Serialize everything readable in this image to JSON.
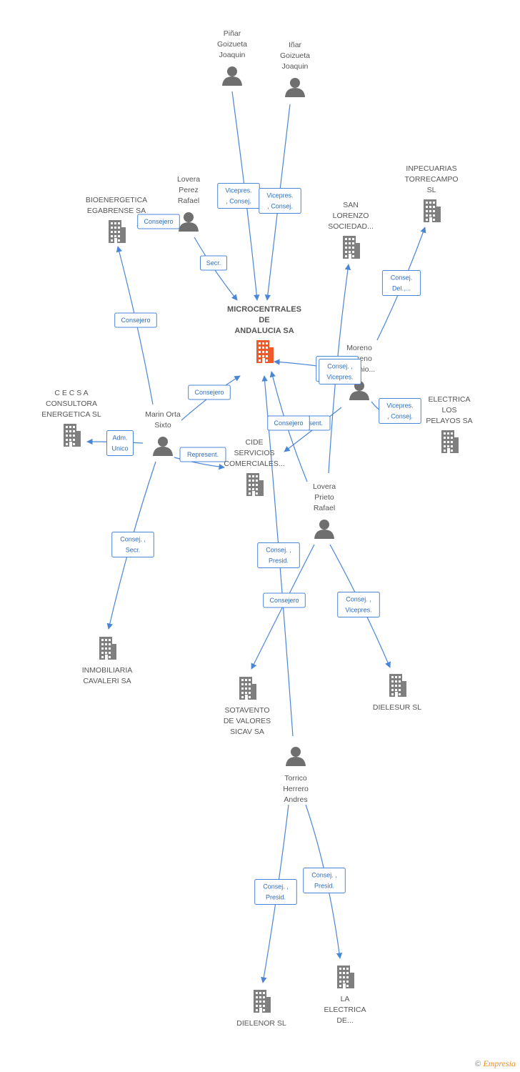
{
  "nodes": [
    {
      "id": "main",
      "kind": "company",
      "main": true,
      "lines": [
        "MICROCENTRALES",
        "DE",
        "ANDALUCIA SA"
      ]
    },
    {
      "id": "pinar",
      "kind": "person",
      "lines": [
        "Piñar",
        "Goizueta",
        "Joaquin"
      ]
    },
    {
      "id": "inar",
      "kind": "person",
      "lines": [
        "Iñar",
        "Goizueta",
        "Joaquin"
      ]
    },
    {
      "id": "lovera_perez",
      "kind": "person",
      "lines": [
        "Lovera",
        "Perez",
        "Rafael"
      ]
    },
    {
      "id": "bioenergetica",
      "kind": "company",
      "lines": [
        "BIOENERGETICA",
        "EGABRENSE SA"
      ]
    },
    {
      "id": "inpecuarias",
      "kind": "company",
      "lines": [
        "INPECUARIAS",
        "TORRECAMPO",
        "SL"
      ]
    },
    {
      "id": "san_lorenzo",
      "kind": "company",
      "lines": [
        "SAN",
        "LORENZO",
        "SOCIEDAD..."
      ]
    },
    {
      "id": "moreno",
      "kind": "person",
      "lines": [
        "Moreno",
        "Moreno",
        "Antonio..."
      ]
    },
    {
      "id": "electrica_pelayos",
      "kind": "company",
      "lines": [
        "ELECTRICA",
        "LOS",
        "PELAYOS SA"
      ]
    },
    {
      "id": "cecsa",
      "kind": "company",
      "lines": [
        "C E C S A",
        "CONSULTORA",
        "ENERGETICA SL"
      ]
    },
    {
      "id": "marin",
      "kind": "person",
      "lines": [
        "Marin Orta",
        "Sixto"
      ]
    },
    {
      "id": "cide",
      "kind": "company",
      "lines": [
        "CIDE",
        "SERVICIOS",
        "COMERCIALES..."
      ]
    },
    {
      "id": "lovera_prieto",
      "kind": "person",
      "lines": [
        "Lovera",
        "Prieto",
        "Rafael"
      ]
    },
    {
      "id": "inmobiliaria",
      "kind": "company",
      "lines": [
        "INMOBILIARIA",
        "CAVALERI SA"
      ]
    },
    {
      "id": "sotavento",
      "kind": "company",
      "lines": [
        "SOTAVENTO",
        "DE VALORES",
        "SICAV SA"
      ]
    },
    {
      "id": "dielesur",
      "kind": "company",
      "lines": [
        "DIELESUR SL"
      ]
    },
    {
      "id": "torrico",
      "kind": "person",
      "lines": [
        "Torrico",
        "Herrero",
        "Andres"
      ]
    },
    {
      "id": "dielenor",
      "kind": "company",
      "lines": [
        "DIELENOR SL"
      ]
    },
    {
      "id": "la_electrica",
      "kind": "company",
      "lines": [
        "LA",
        "ELECTRICA",
        "DE..."
      ]
    }
  ],
  "edges": [
    {
      "from": "pinar",
      "to": "main",
      "label": [
        "Vicepres.",
        ", Consej."
      ]
    },
    {
      "from": "inar",
      "to": "main",
      "label": [
        "Vicepres.",
        ", Consej."
      ]
    },
    {
      "from": "lovera_perez",
      "to": "bioenergetica",
      "label": [
        "Consejero"
      ]
    },
    {
      "from": "lovera_perez",
      "to": "main",
      "label": [
        "Secr."
      ]
    },
    {
      "from": "moreno",
      "to": "inpecuarias",
      "label": [
        "Consej.",
        "Del.,..."
      ]
    },
    {
      "from": "moreno",
      "to": "main",
      "label": [
        "Vicepres.",
        ", Consej."
      ]
    },
    {
      "from": "moreno",
      "to": "electrica_pelayos",
      "label": [
        "Vicepres.",
        ", Consej."
      ]
    },
    {
      "from": "moreno",
      "to": "cide",
      "label": [
        "Represent."
      ]
    },
    {
      "from": "marin",
      "to": "bioenergetica",
      "label": [
        "Consejero"
      ]
    },
    {
      "from": "marin",
      "to": "main",
      "label": [
        "Consejero"
      ]
    },
    {
      "from": "marin",
      "to": "cecsa",
      "label": [
        "Adm.",
        "Unico"
      ]
    },
    {
      "from": "marin",
      "to": "cide",
      "label": [
        "Represent."
      ]
    },
    {
      "from": "marin",
      "to": "inmobiliaria",
      "label": [
        "Consej. ,",
        "Secr."
      ]
    },
    {
      "from": "lovera_prieto",
      "to": "san_lorenzo",
      "label": [
        "Consej. ,",
        "Vicepres."
      ]
    },
    {
      "from": "lovera_prieto",
      "to": "main",
      "label": [
        "Consejero"
      ]
    },
    {
      "from": "lovera_prieto",
      "to": "sotavento",
      "label": [
        "Consejero"
      ]
    },
    {
      "from": "lovera_prieto",
      "to": "dielesur",
      "label": [
        "Consej. ,",
        "Vicepres."
      ]
    },
    {
      "from": "torrico",
      "to": "main",
      "label": [
        "Consej. ,",
        "Presid."
      ]
    },
    {
      "from": "torrico",
      "to": "dielenor",
      "label": [
        "Consej. ,",
        "Presid."
      ]
    },
    {
      "from": "torrico",
      "to": "la_electrica",
      "label": [
        "Consej. ,",
        "Presid."
      ]
    }
  ],
  "colors": {
    "edge": "#4a86d6",
    "company": "#7f7f7f",
    "main_company": "#f05a28",
    "person": "#6f6f6f",
    "label": "#555555"
  },
  "footer": {
    "copyright": "©",
    "brand": "Empresia"
  }
}
